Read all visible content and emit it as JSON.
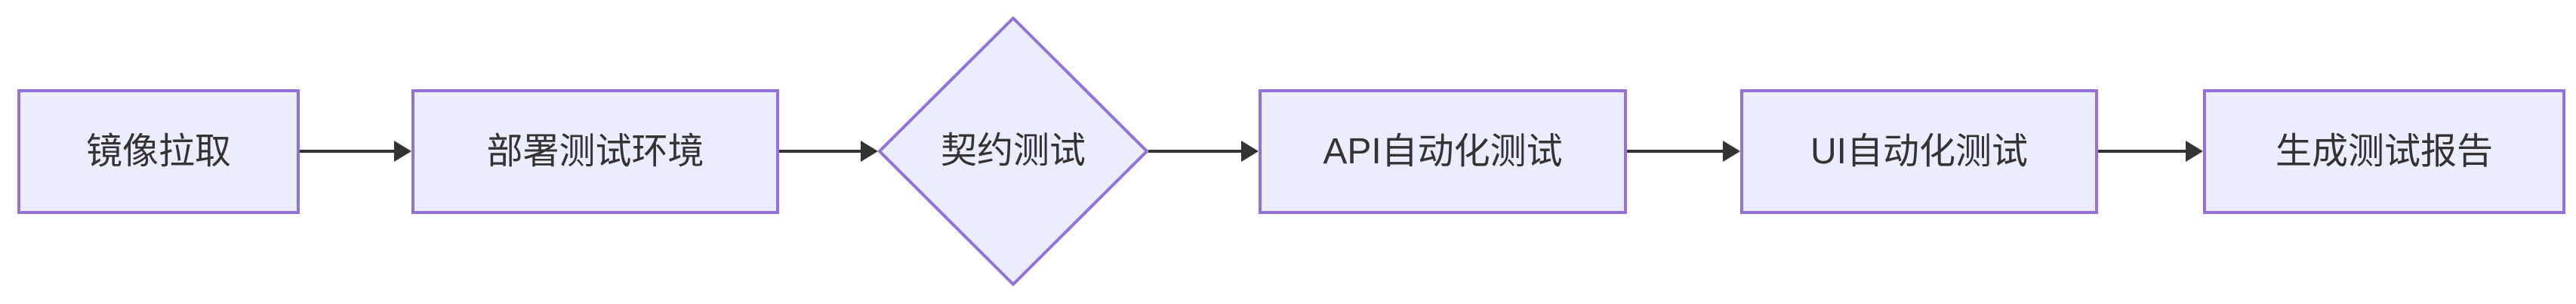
{
  "diagram": {
    "type": "flowchart",
    "direction": "left-to-right",
    "background": "#FFFFFF",
    "colors": {
      "node_fill": "#ECECFF",
      "node_border": "#9370DB",
      "edge_color": "#333333",
      "text_color": "#333333"
    },
    "nodes": [
      {
        "id": "n1",
        "shape": "rectangle",
        "label": "镜像拉取"
      },
      {
        "id": "n2",
        "shape": "rectangle",
        "label": "部署测试环境"
      },
      {
        "id": "n3",
        "shape": "diamond",
        "label": "契约测试"
      },
      {
        "id": "n4",
        "shape": "rectangle",
        "label": "API自动化测试"
      },
      {
        "id": "n5",
        "shape": "rectangle",
        "label": "UI自动化测试"
      },
      {
        "id": "n6",
        "shape": "rectangle",
        "label": "生成测试报告"
      }
    ],
    "edges": [
      {
        "from": "镜像拉取",
        "to": "部署测试环境",
        "style": "arrow"
      },
      {
        "from": "部署测试环境",
        "to": "契约测试",
        "style": "arrow"
      },
      {
        "from": "契约测试",
        "to": "API自动化测试",
        "style": "arrow"
      },
      {
        "from": "API自动化测试",
        "to": "UI自动化测试",
        "style": "arrow"
      },
      {
        "from": "UI自动化测试",
        "to": "生成测试报告",
        "style": "arrow"
      }
    ]
  }
}
